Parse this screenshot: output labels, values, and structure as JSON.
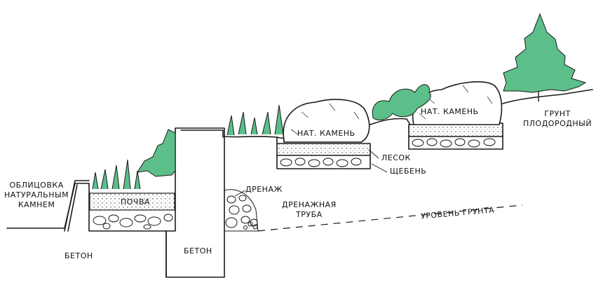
{
  "labels": {
    "facing_line1": "ОБЛИЦОВКА",
    "facing_line2": "НАТУРАЛЬНЫМ",
    "facing_line3": "КАМНЕМ",
    "soil": "ПОЧВА",
    "concrete_left": "БЕТОН",
    "concrete_center": "БЕТОН",
    "drainage": "ДРЕНАЖ",
    "drain_pipe_line1": "ДРЕНАЖНАЯ",
    "drain_pipe_line2": "ТРУБА",
    "ground_level": "УРОВЕНЬ ГРУНТА",
    "stone_1": "НАТ. КАМЕНЬ",
    "stone_2": "НАТ. КАМЕНЬ",
    "sand": "ЛЕСОК",
    "gravel": "ЩЕБЕНЬ",
    "fertile_line1": "ГРУНТ",
    "fertile_line2": "ПЛОДОРОДНЫЙ"
  },
  "colors": {
    "foliage": "#5cbf8a",
    "foliage_dark": "#2e8b57",
    "ink": "#1a1a1a"
  }
}
